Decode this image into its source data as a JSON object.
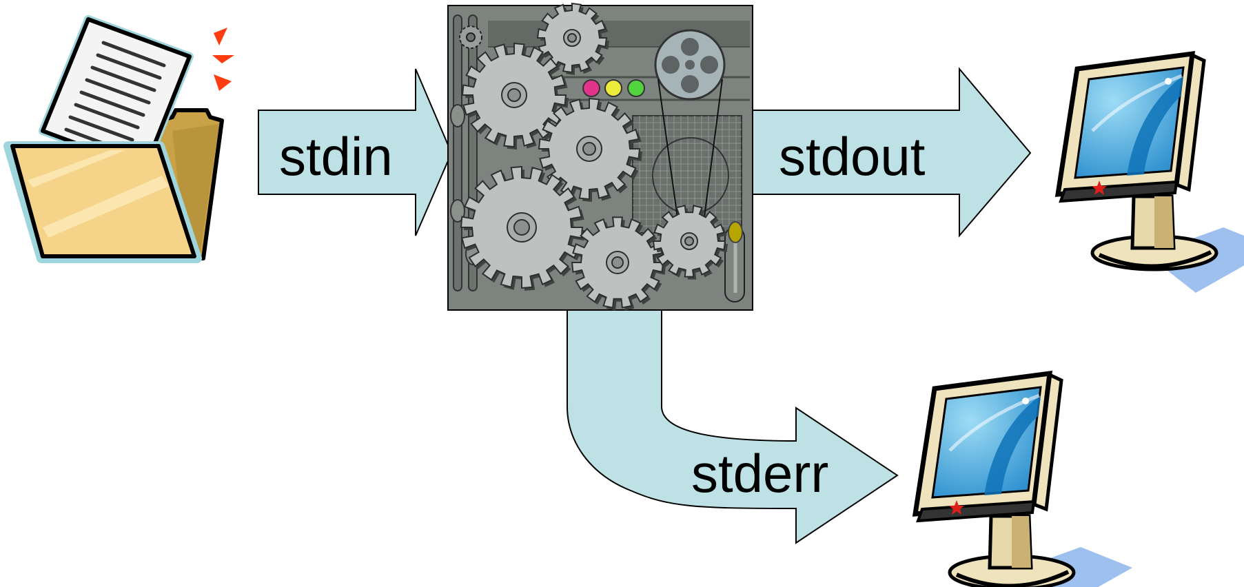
{
  "streams": {
    "stdin": "stdin",
    "stdout": "stdout",
    "stderr": "stderr"
  },
  "icons": {
    "source": "document-folder-icon",
    "process": "machine-gears-icon",
    "output_display": "computer-monitor-icon",
    "error_display": "computer-monitor-icon"
  },
  "colors": {
    "arrow_fill": "#bde1e5",
    "machine_body": "#7d847f",
    "gear": "#bfc1c0",
    "folder": "#f5d48a",
    "screen": "#4fb7e6",
    "monitor_frame": "#efe3bd",
    "light_magenta": "#e2348c",
    "light_yellow": "#ecea3a",
    "light_green": "#52d33f",
    "spark": "#ff3d10"
  }
}
